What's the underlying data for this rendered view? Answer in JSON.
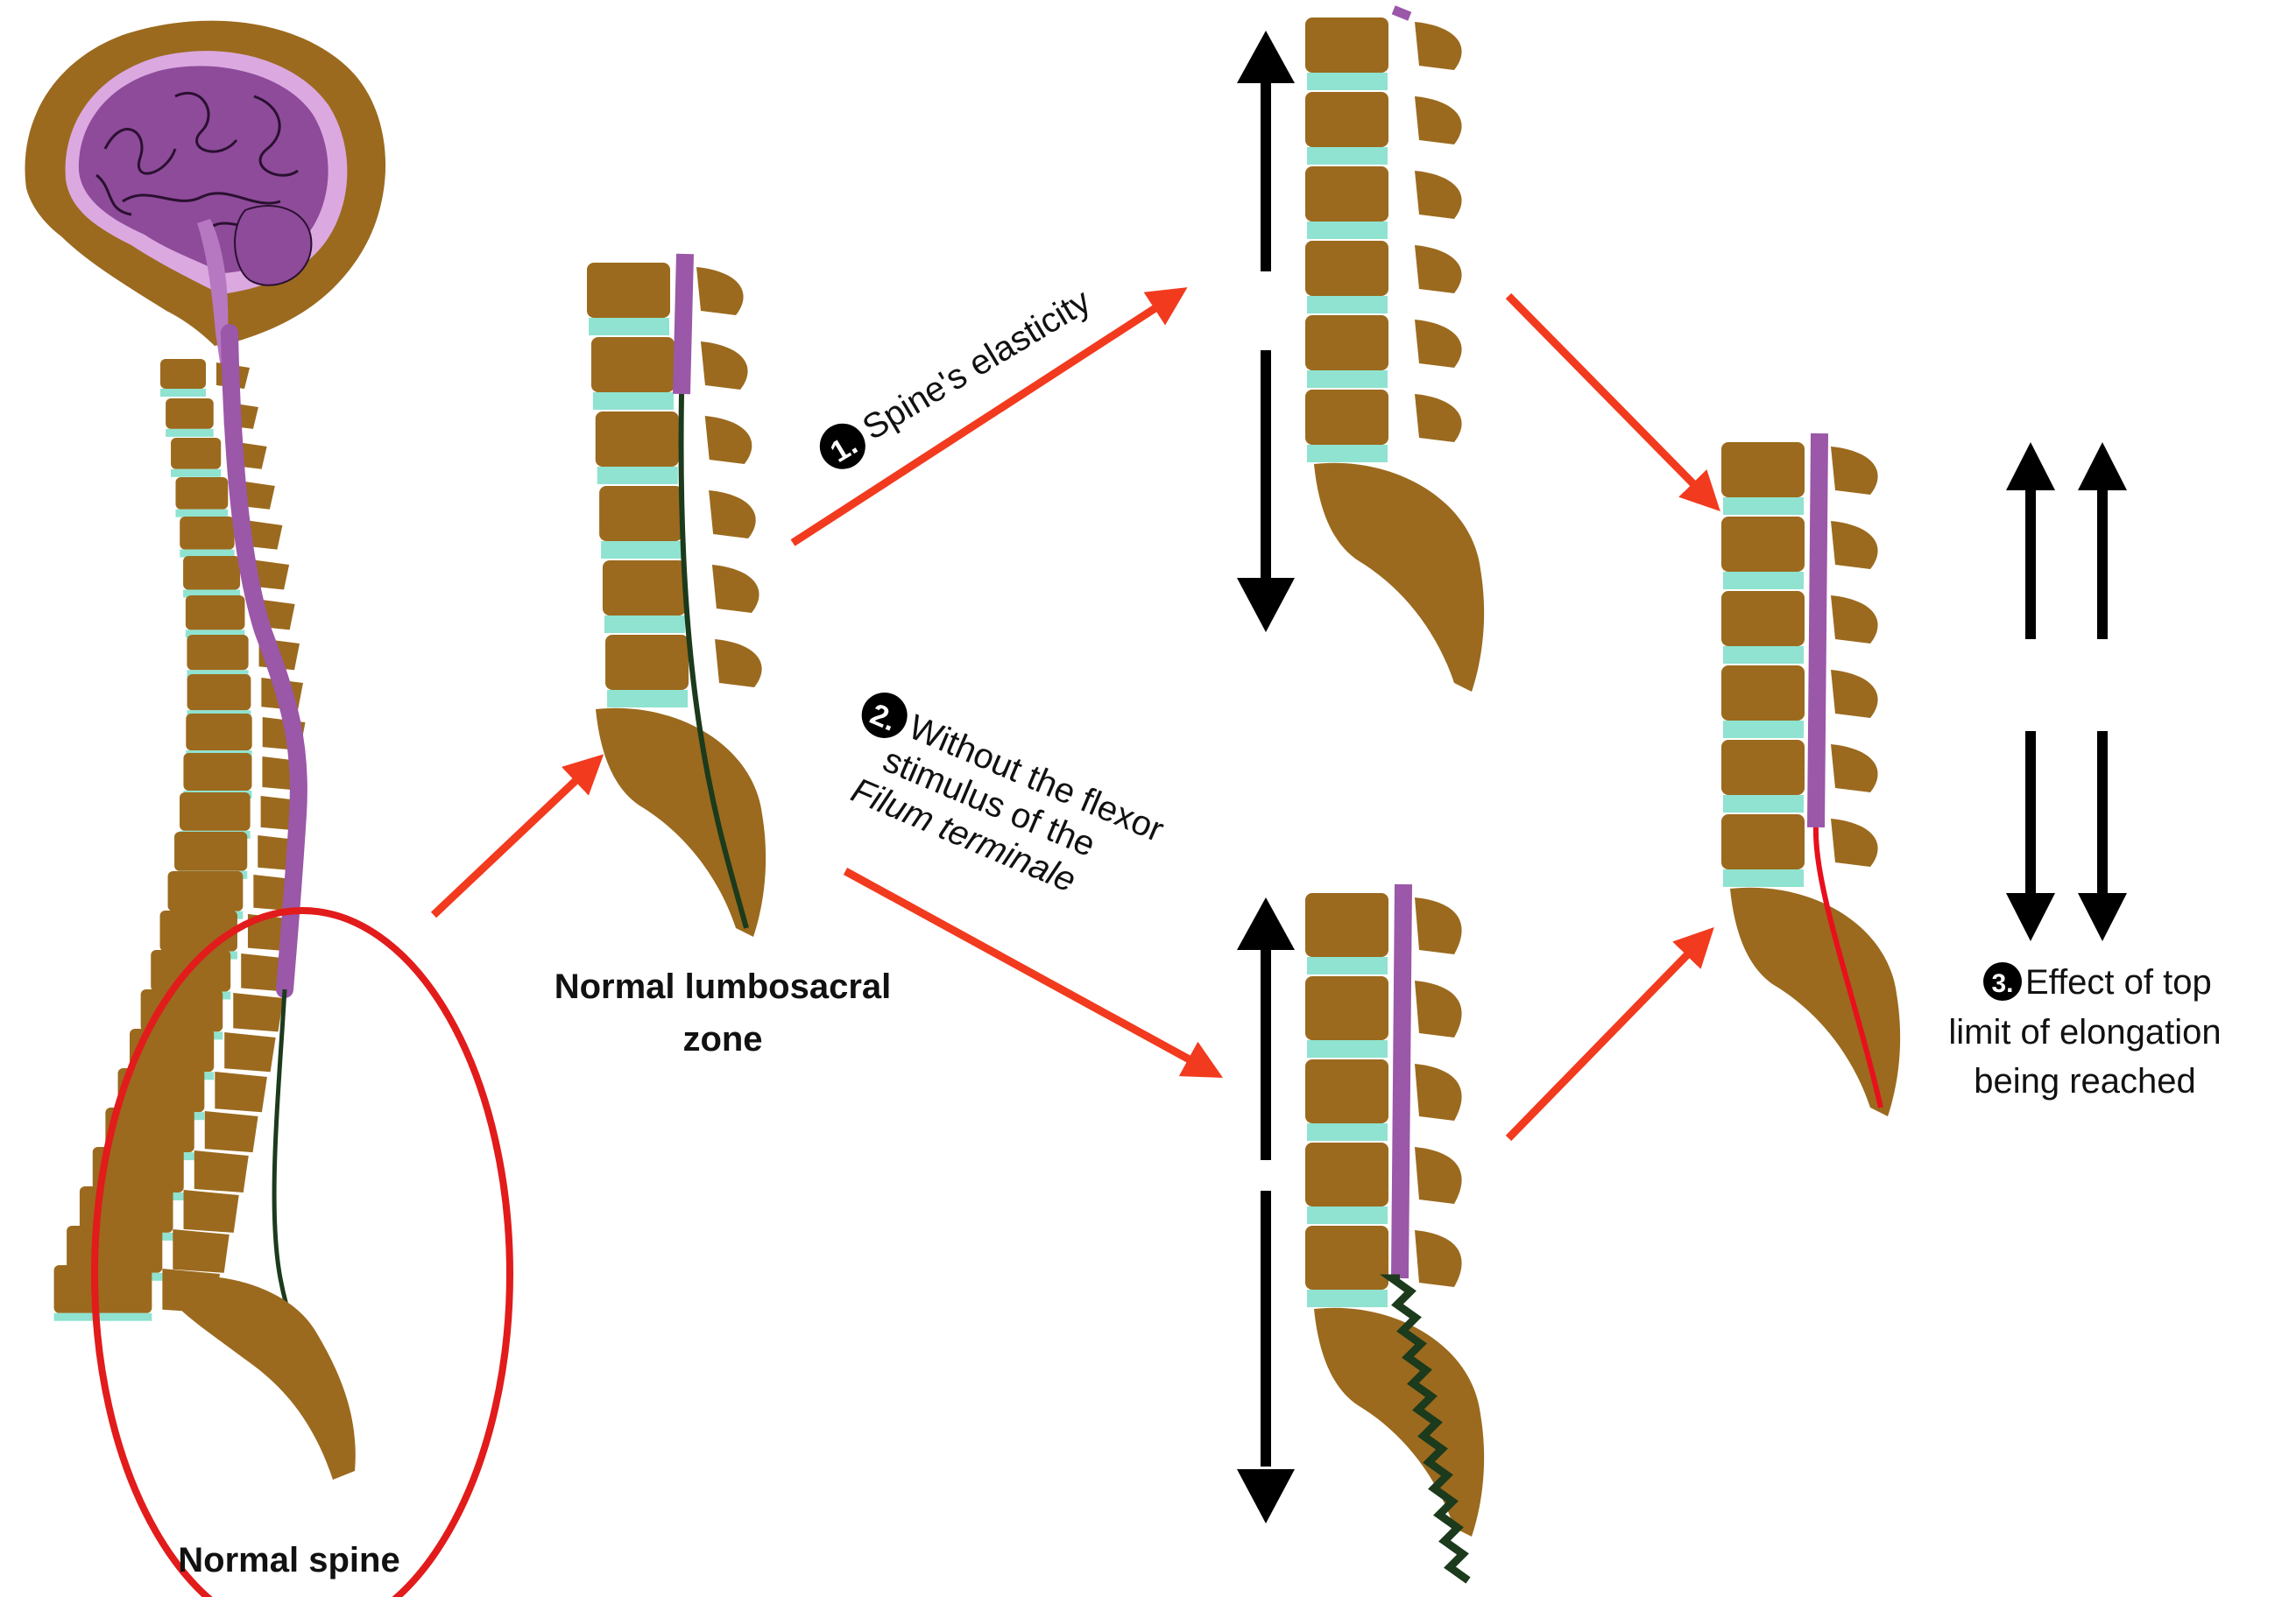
{
  "labels": {
    "normal_spine": "Normal spine",
    "normal_lumbosacral_line1": "Normal lumbosacral",
    "normal_lumbosacral_line2": "zone",
    "step1_number": "1.",
    "step1_text": "Spine's elasticity",
    "step2_number": "2.",
    "step2_line1": "Without the flexor",
    "step2_line2": "stimulus of the",
    "step2_line3": "Filum terminale",
    "step3_number": "3.",
    "step3_line1": "Effect of top",
    "step3_line2": "limit of elongation",
    "step3_line3": "being reached"
  },
  "colors": {
    "bone": "#9b6a1e",
    "disc": "#8fe3d0",
    "cord": "#9b57a8",
    "brain": "#8e4b9a",
    "brain_outline": "#dba9e0",
    "filum": "#1c3a1c",
    "tense_filum": "#e8101c",
    "arrow_red": "#f23a1e",
    "ellipse_red": "#e21b1b",
    "arrow_black": "#000000",
    "badge": "#000000"
  }
}
